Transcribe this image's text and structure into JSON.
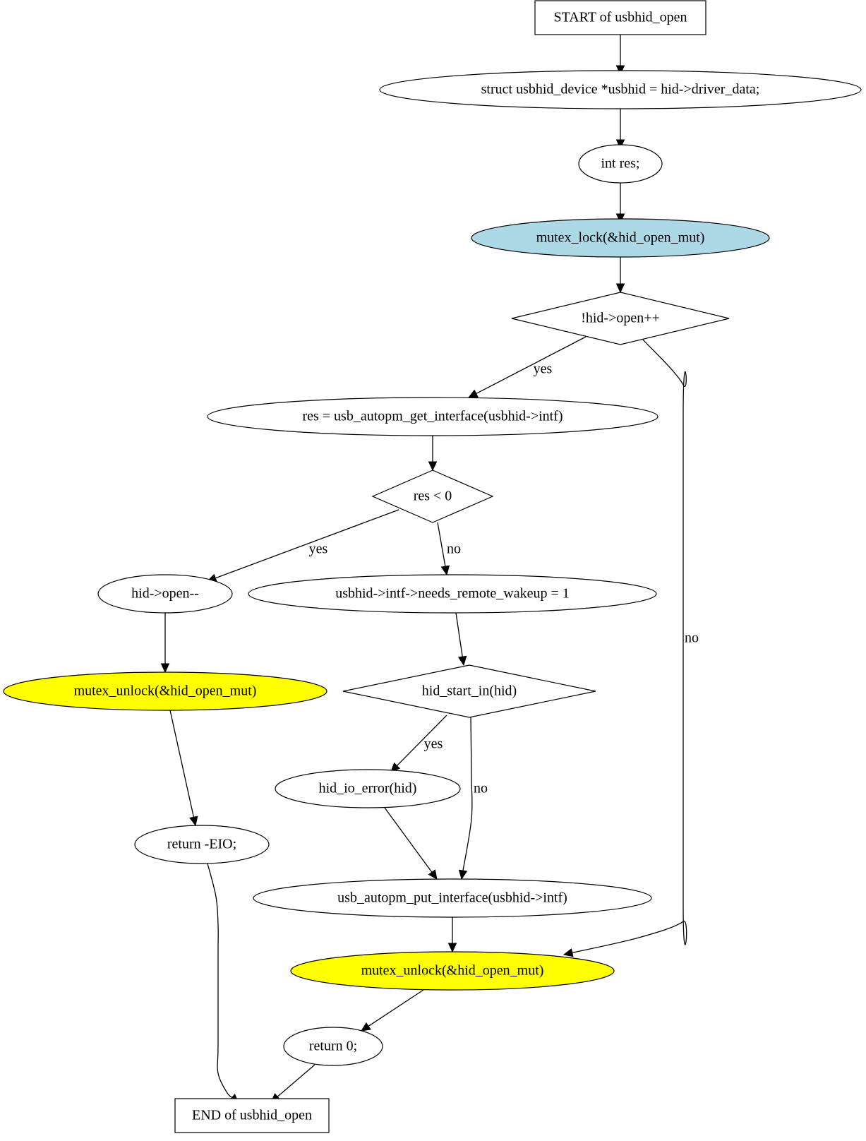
{
  "colors": {
    "lock_fill": "#add8e6",
    "unlock_fill": "#ffff00",
    "default_fill": "#ffffff",
    "stroke": "#000000"
  },
  "nodes": {
    "start": {
      "label": "START of usbhid_open",
      "shape": "box"
    },
    "decl_usbhid": {
      "label": "struct usbhid_device *usbhid = hid->driver_data;",
      "shape": "ellipse"
    },
    "decl_res": {
      "label": "int res;",
      "shape": "ellipse"
    },
    "mutex_lock": {
      "label": "mutex_lock(&hid_open_mut)",
      "shape": "ellipse",
      "fill": "lock"
    },
    "cond_open": {
      "label": "!hid->open++",
      "shape": "diamond"
    },
    "get_interface": {
      "label": "res = usb_autopm_get_interface(usbhid->intf)",
      "shape": "ellipse"
    },
    "cond_res": {
      "label": "res < 0",
      "shape": "diamond"
    },
    "open_dec": {
      "label": "hid->open--",
      "shape": "ellipse"
    },
    "needs_wakeup": {
      "label": "usbhid->intf->needs_remote_wakeup = 1",
      "shape": "ellipse"
    },
    "unlock_error": {
      "label": "mutex_unlock(&hid_open_mut)",
      "shape": "ellipse",
      "fill": "unlock"
    },
    "cond_start_in": {
      "label": "hid_start_in(hid)",
      "shape": "diamond"
    },
    "io_error": {
      "label": "hid_io_error(hid)",
      "shape": "ellipse"
    },
    "return_eio": {
      "label": "return -EIO;",
      "shape": "ellipse"
    },
    "put_interface": {
      "label": "usb_autopm_put_interface(usbhid->intf)",
      "shape": "ellipse"
    },
    "unlock_ok": {
      "label": "mutex_unlock(&hid_open_mut)",
      "shape": "ellipse",
      "fill": "unlock"
    },
    "return_zero": {
      "label": "return 0;",
      "shape": "ellipse"
    },
    "end": {
      "label": "END of usbhid_open",
      "shape": "box"
    }
  },
  "edges": [
    {
      "from": "start",
      "to": "decl_usbhid",
      "label": ""
    },
    {
      "from": "decl_usbhid",
      "to": "decl_res",
      "label": ""
    },
    {
      "from": "decl_res",
      "to": "mutex_lock",
      "label": ""
    },
    {
      "from": "mutex_lock",
      "to": "cond_open",
      "label": ""
    },
    {
      "from": "cond_open",
      "to": "get_interface",
      "label": "yes"
    },
    {
      "from": "cond_open",
      "to": "unlock_ok",
      "label": "no"
    },
    {
      "from": "get_interface",
      "to": "cond_res",
      "label": ""
    },
    {
      "from": "cond_res",
      "to": "open_dec",
      "label": "yes"
    },
    {
      "from": "cond_res",
      "to": "needs_wakeup",
      "label": "no"
    },
    {
      "from": "open_dec",
      "to": "unlock_error",
      "label": ""
    },
    {
      "from": "unlock_error",
      "to": "return_eio",
      "label": ""
    },
    {
      "from": "return_eio",
      "to": "end",
      "label": ""
    },
    {
      "from": "needs_wakeup",
      "to": "cond_start_in",
      "label": ""
    },
    {
      "from": "cond_start_in",
      "to": "io_error",
      "label": "yes"
    },
    {
      "from": "cond_start_in",
      "to": "put_interface",
      "label": "no"
    },
    {
      "from": "io_error",
      "to": "put_interface",
      "label": ""
    },
    {
      "from": "put_interface",
      "to": "unlock_ok",
      "label": ""
    },
    {
      "from": "unlock_ok",
      "to": "return_zero",
      "label": ""
    },
    {
      "from": "return_zero",
      "to": "end",
      "label": ""
    }
  ]
}
